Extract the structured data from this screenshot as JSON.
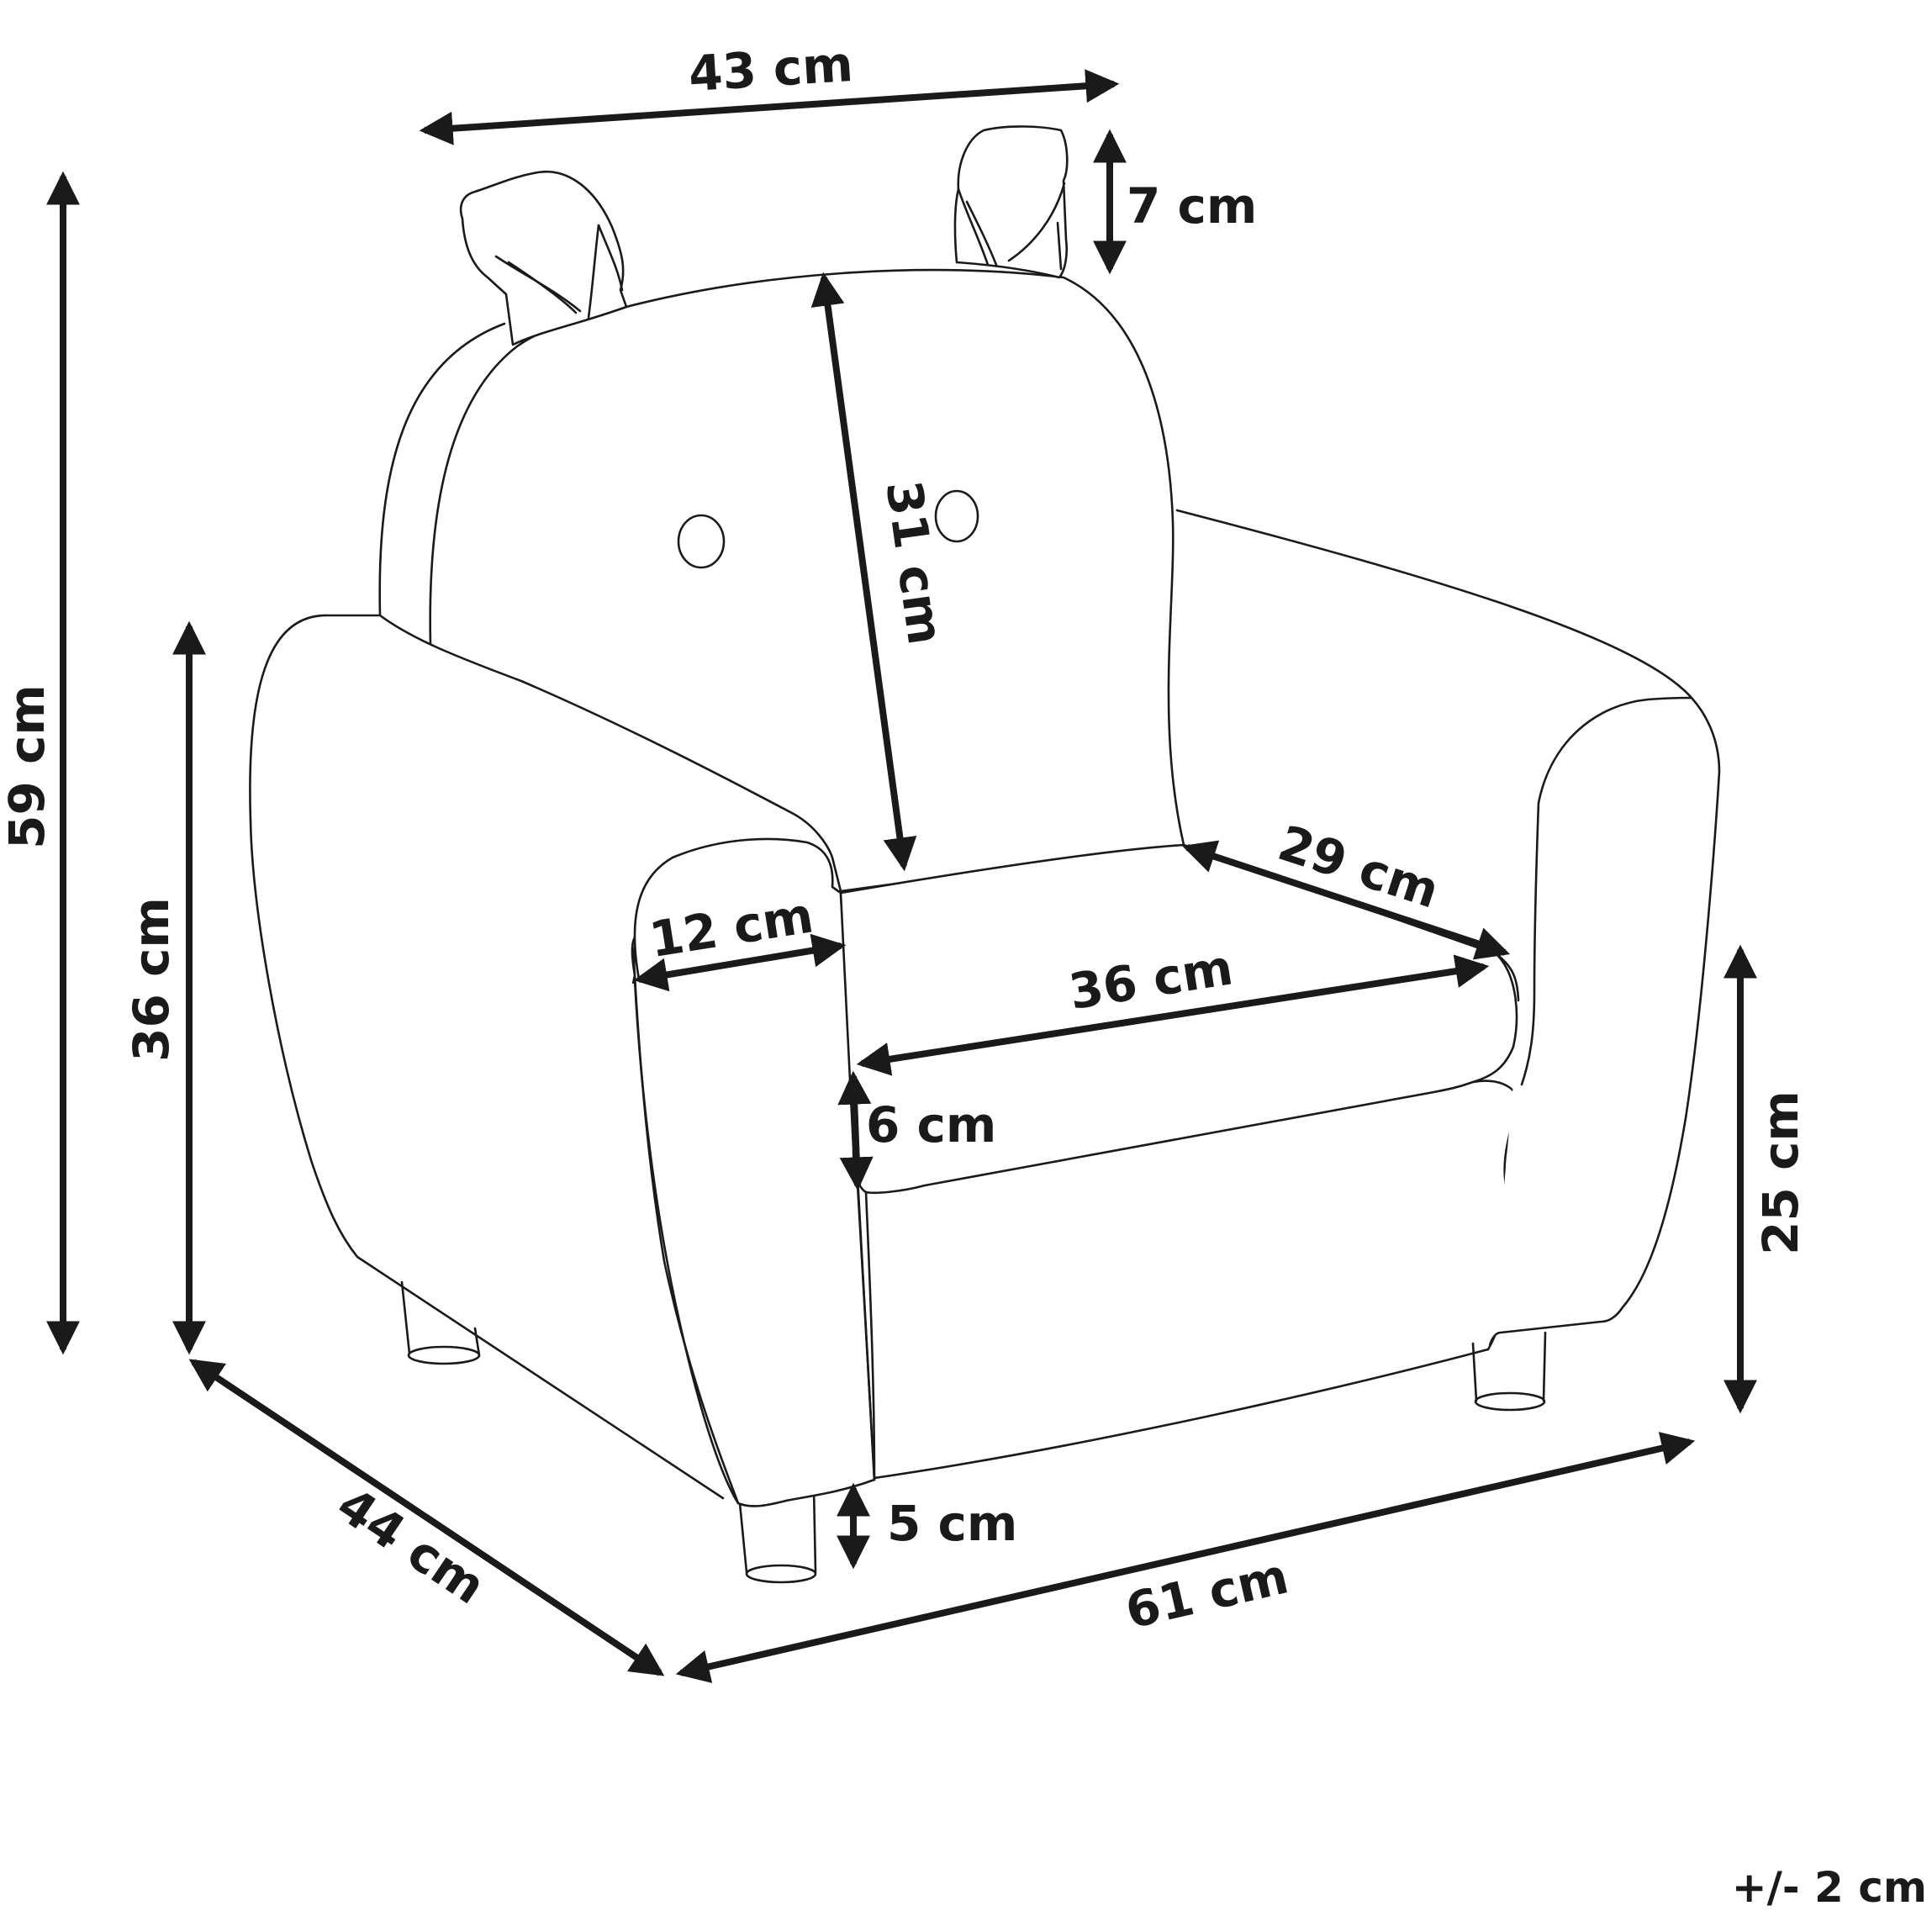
{
  "dimensions": {
    "width_top": "43 cm",
    "ear_height": "7 cm",
    "backrest_height": "31 cm",
    "total_height": "59 cm",
    "arm_height": "36 cm",
    "arm_width": "12 cm",
    "seat_depth": "29 cm",
    "seat_width": "36 cm",
    "cushion_thickness": "6 cm",
    "seat_height": "25 cm",
    "leg_height": "5 cm",
    "depth": "44 cm",
    "total_width": "61 cm"
  },
  "tolerance": "+/- 2 cm"
}
